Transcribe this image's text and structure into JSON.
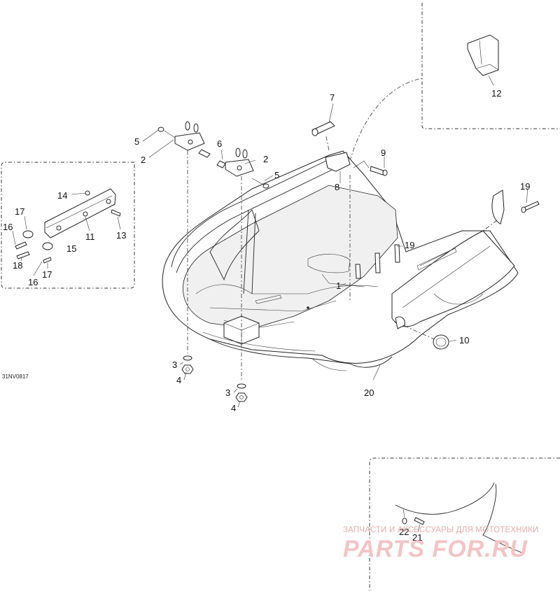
{
  "diagram_code": "31NV0817",
  "callouts": [
    "1",
    "2",
    "2",
    "3",
    "3",
    "4",
    "4",
    "5",
    "5",
    "6",
    "7",
    "8",
    "9",
    "10",
    "11",
    "12",
    "13",
    "14",
    "15",
    "16",
    "16",
    "17",
    "17",
    "18",
    "19",
    "19",
    "20",
    "21",
    "22"
  ],
  "watermark": {
    "caption": "ЗАПЧАСТИ И АКСЕССУАРЫ ДЛЯ МОТОТЕХНИКИ",
    "logo": "PARTS FOR.RU"
  }
}
